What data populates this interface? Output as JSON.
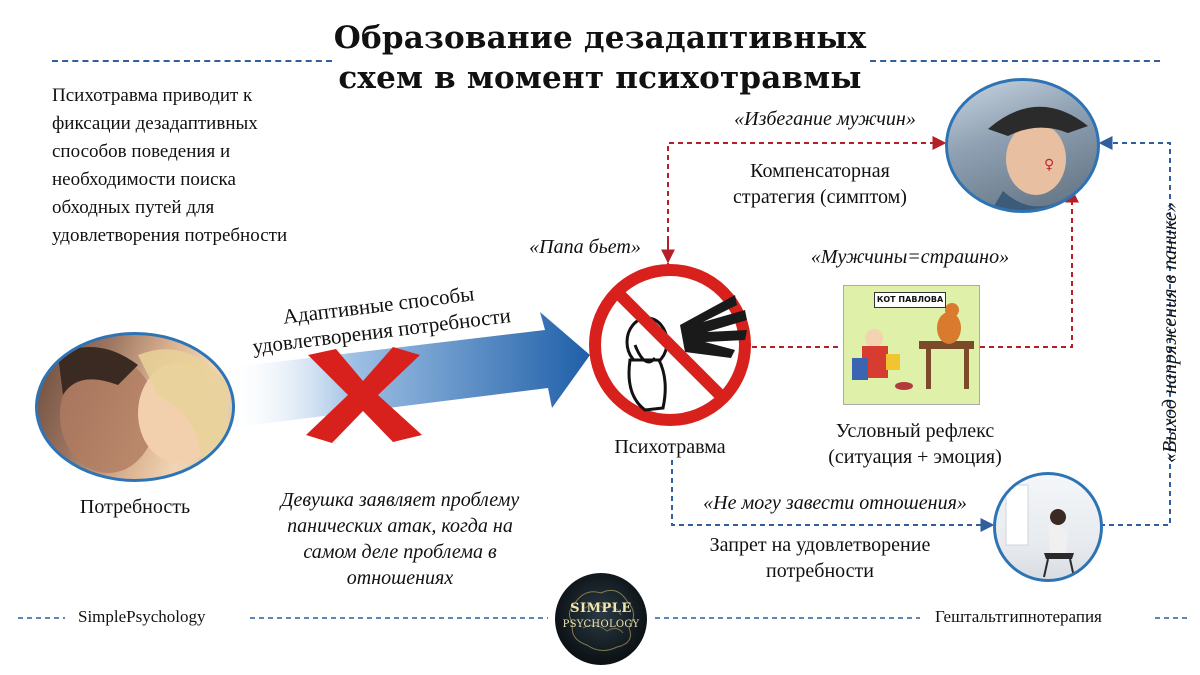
{
  "title": {
    "line1": "Образование дезадаптивных",
    "line2": "схем в момент психотравмы"
  },
  "intro": {
    "lines": [
      "Психотравма приводит к",
      "фиксации дезадаптивных",
      "способов поведения и",
      "необходимости поиска",
      "обходных путей для",
      "удовлетворения потребности"
    ]
  },
  "need": {
    "label": "Потребность",
    "photo_icon": "father-daughter-photo"
  },
  "adaptive_arrow": {
    "line1": "Адаптивные способы",
    "line2": "удовлетворения потребности",
    "cross_icon": "red-cross-icon",
    "arrow_color": "#1f5fa8",
    "cross_color": "#d8211c"
  },
  "example_note": {
    "lines": [
      "Девушка заявляет проблему",
      "панических атак, когда на",
      "самом деле проблема в",
      "отношениях"
    ]
  },
  "trauma": {
    "quote": "«Папа бьет»",
    "label": "Психотравма",
    "icon": "no-violence-icon"
  },
  "reflex": {
    "quote": "«Мужчины=страшно»",
    "line1": "Условный рефлекс",
    "line2": "(ситуация + эмоция)",
    "icon": "pavlov-cat-cartoon",
    "cartoon_caption": "КОТ ПАВЛОВА"
  },
  "compensatory": {
    "quote": "«Избегание мужчин»",
    "line1": "Компенсаторная",
    "line2": "стратегия (симптом)",
    "photo_icon": "girl-with-hat-photo"
  },
  "ban": {
    "quote": "«Не могу завести отношения»",
    "line1": "Запрет на удовлетворение",
    "line2": "потребности",
    "photo_icon": "sad-woman-photo"
  },
  "side_label": "«Выход напряжения в панике»",
  "footer": {
    "left": "SimplePsychology",
    "right": "Гештальтгипнотерапия",
    "logo_line1": "SIMPLE",
    "logo_line2": "PSYCHOLOGY"
  },
  "colors": {
    "dashed_blue": "#2f5f9c",
    "dashed_red": "#b3202a",
    "circle_border": "#2e74b5"
  }
}
